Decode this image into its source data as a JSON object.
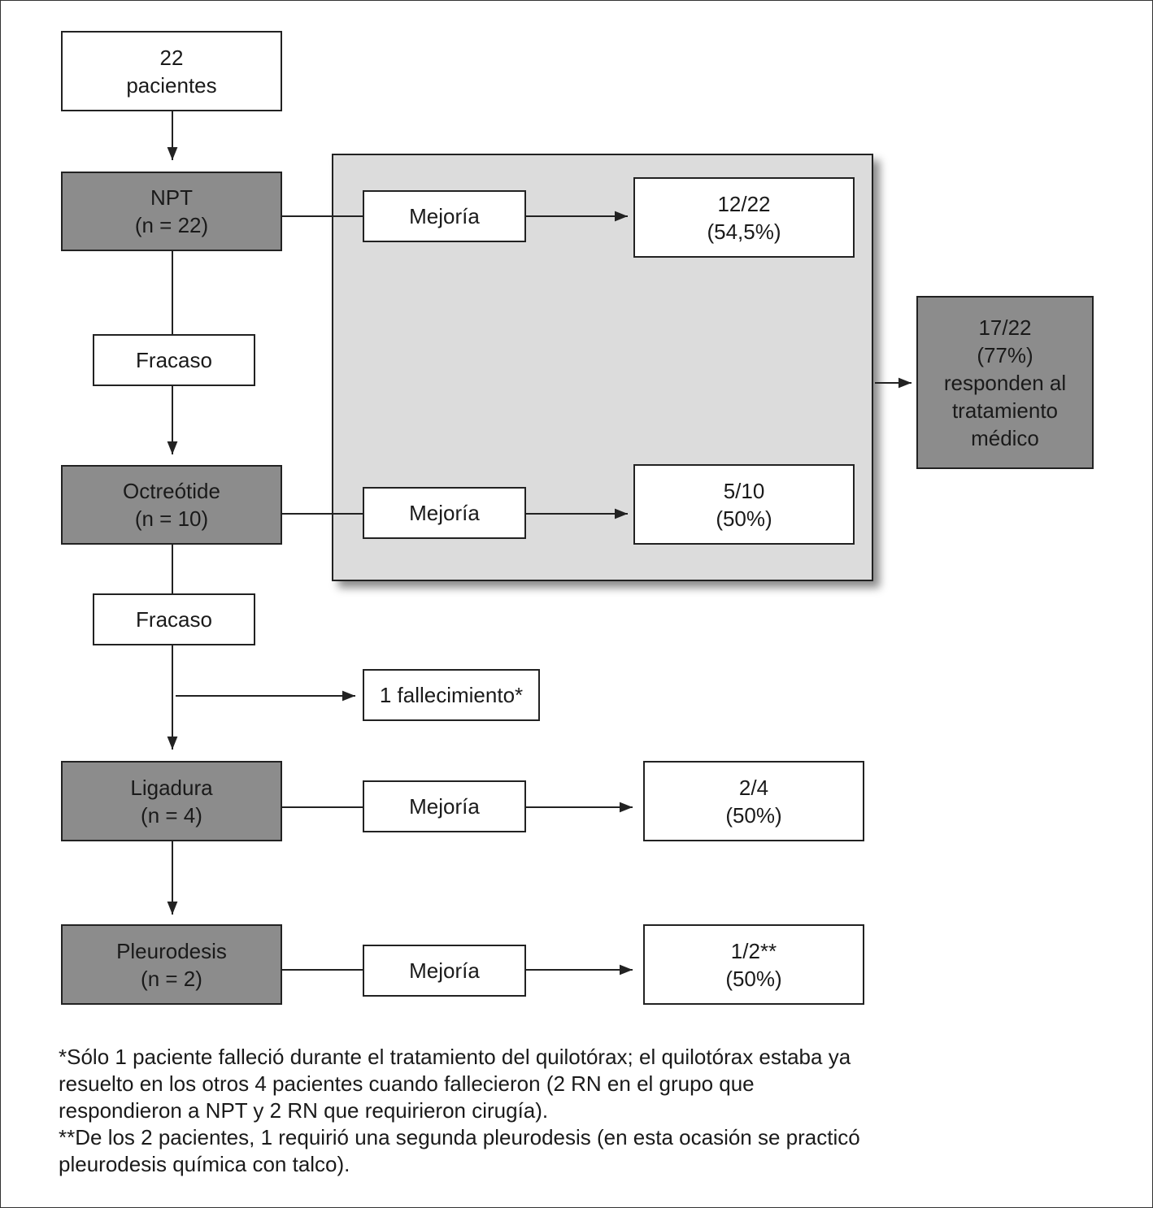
{
  "nodes": {
    "start": "22\npacientes",
    "npt": "NPT\n(n = 22)",
    "fracaso_1": "Fracaso",
    "octreotide": "Octreótide\n(n = 10)",
    "fracaso_2": "Fracaso",
    "ligadura": "Ligadura\n(n = 4)",
    "pleurodesis": "Pleurodesis\n(n = 2)",
    "mejoria_1": "Mejoría",
    "mejoria_2": "Mejoría",
    "mejoria_3": "Mejoría",
    "mejoria_4": "Mejoría",
    "result_npt": "12/22\n(54,5%)",
    "result_octreotide": "5/10\n(50%)",
    "result_ligadura": "2/4\n(50%)",
    "result_pleurodesis": "1/2**\n(50%)",
    "fallecimiento": "1 fallecimiento*",
    "total_response": "17/22\n(77%)\nresponden al\ntratamiento\nmédico"
  },
  "footnotes": {
    "note_1": "*Sólo 1 paciente falleció durante el tratamiento del quilotórax; el quilotórax estaba ya resuelto en los otros 4 pacientes cuando fallecieron (2 RN en el grupo que respondieron a NPT y 2 RN que requirieron cirugía).",
    "note_2": "**De los 2 pacientes, 1 requirió una segunda pleurodesis (en esta ocasión se practicó pleurodesis química con talco)."
  }
}
